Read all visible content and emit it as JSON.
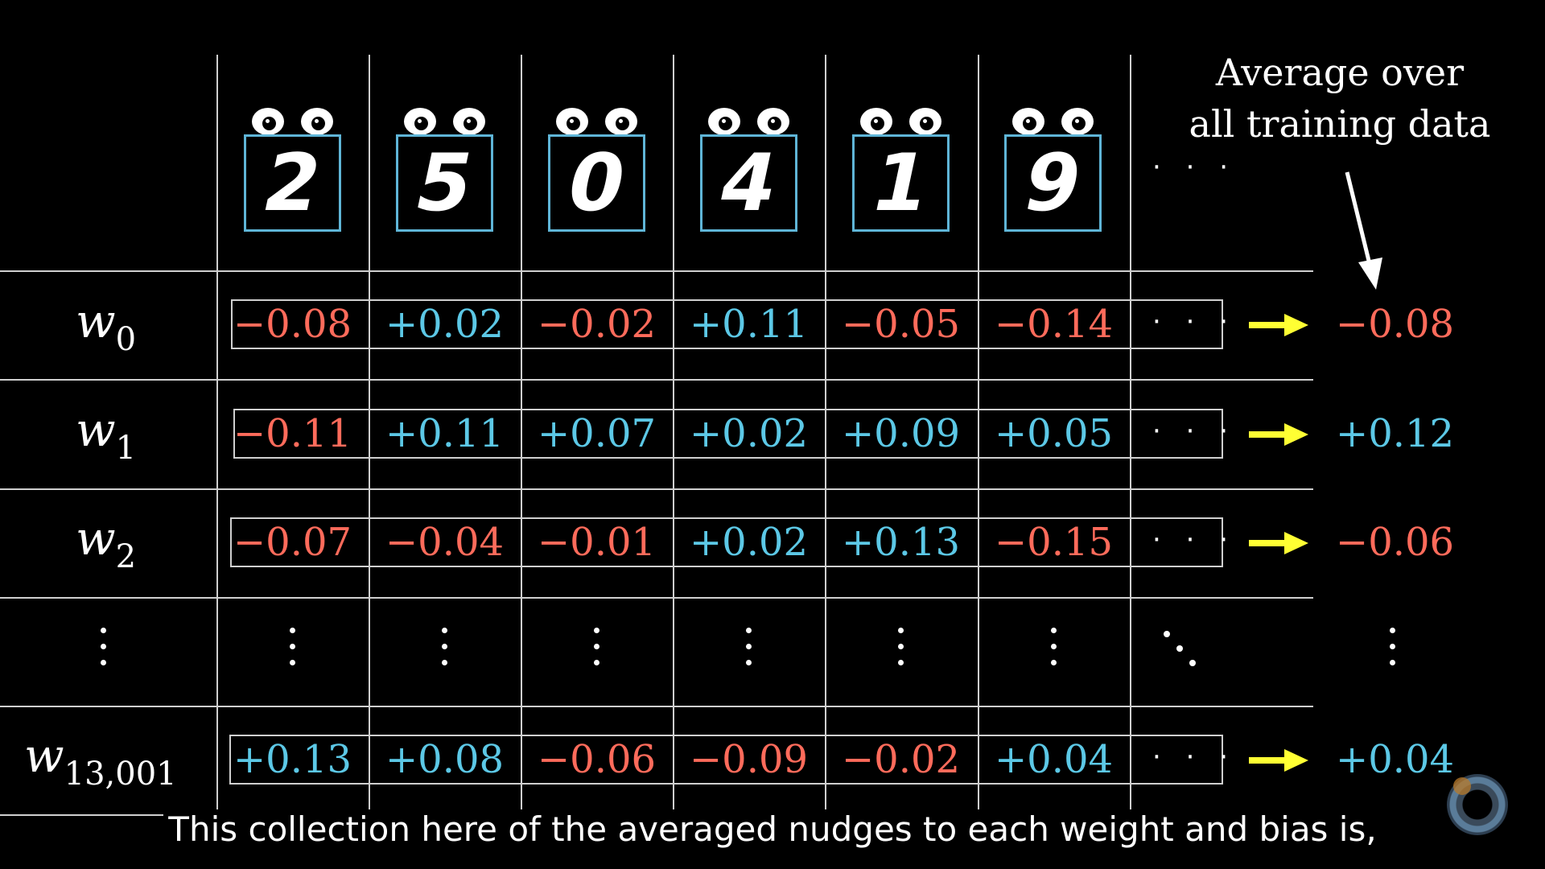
{
  "header": {
    "digits": [
      "2",
      "5",
      "0",
      "4",
      "1",
      "9"
    ],
    "ellipsis": "· · ·",
    "note_line1": "Average over",
    "note_line2": "all training data"
  },
  "rows": [
    {
      "label": "w",
      "sub": "0",
      "values": [
        "−0.08",
        "+0.02",
        "−0.02",
        "+0.11",
        "−0.05",
        "−0.14"
      ],
      "ellipsis": "· · ·",
      "average": "−0.08"
    },
    {
      "label": "w",
      "sub": "1",
      "values": [
        "−0.11",
        "+0.11",
        "+0.07",
        "+0.02",
        "+0.09",
        "+0.05"
      ],
      "ellipsis": "· · ·",
      "average": "+0.12"
    },
    {
      "label": "w",
      "sub": "2",
      "values": [
        "−0.07",
        "−0.04",
        "−0.01",
        "+0.02",
        "+0.13",
        "−0.15"
      ],
      "ellipsis": "· · ·",
      "average": "−0.06"
    },
    {
      "label": "w",
      "sub": "13,001",
      "values": [
        "+0.13",
        "+0.08",
        "−0.06",
        "−0.09",
        "−0.02",
        "+0.04"
      ],
      "ellipsis": "· · ·",
      "average": "+0.04"
    }
  ],
  "caption": "This collection here of the averaged nudges to each weight and bias is,",
  "colors": {
    "negative": "#ff6b5b",
    "positive": "#5cc8e6",
    "arrow": "#ffff33",
    "card_border": "#5fb5d7"
  },
  "icons": {
    "arrow": "right-arrow-icon",
    "pointer": "down-arrow-icon",
    "eyeball": "eyeball-icon"
  }
}
